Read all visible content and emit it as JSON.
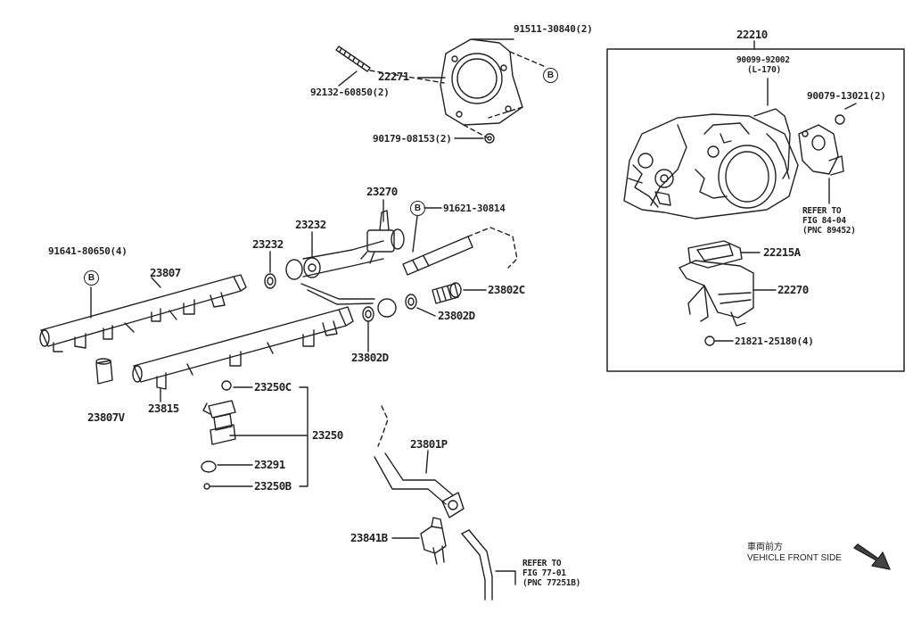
{
  "diagram": {
    "inset_part": "22210",
    "bolt_marker": "B",
    "vehicle_front_jp": "車両前方",
    "vehicle_front_en": "VEHICLE FRONT SIDE",
    "parts": {
      "p22271": "22271",
      "p91511": "91511-30840(2)",
      "p92132": "92132-60850(2)",
      "p90179": "90179-08153(2)",
      "p23270": "23270",
      "p91621": "91621-30814",
      "p23232a": "23232",
      "p23232b": "23232",
      "p91641": "91641-80650(4)",
      "p23807": "23807",
      "p23802c": "23802C",
      "p23802d_a": "23802D",
      "p23802d_b": "23802D",
      "p23807v": "23807V",
      "p23815": "23815",
      "p23250c": "23250C",
      "p23250": "23250",
      "p23291": "23291",
      "p23250b": "23250B",
      "p23801p": "23801P",
      "p23841b": "23841B",
      "p90099": "90099-92002",
      "p90099_note": "(L-170)",
      "p90079": "90079-13021(2)",
      "p22215a": "22215A",
      "p22270": "22270",
      "p21821": "21821-25180(4)"
    },
    "refs": {
      "ref1_l1": "REFER TO",
      "ref1_l2": "FIG 84-04",
      "ref1_l3": "(PNC 89452)",
      "ref2_l1": "REFER TO",
      "ref2_l2": "FIG 77-01",
      "ref2_l3": "(PNC 77251B)"
    }
  }
}
